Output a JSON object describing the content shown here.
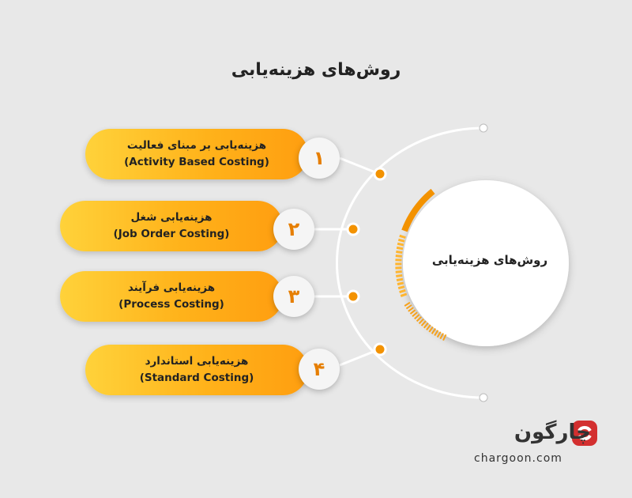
{
  "title": "روش‌های هزینه‌یابی",
  "center_label": "روش‌های هزینه‌یابی",
  "items": [
    {
      "number": "۱",
      "fa": "هزینه‌یابی بر مبنای فعالیت",
      "en": "(Activity Based Costing)"
    },
    {
      "number": "۲",
      "fa": "هزینه‌یابی شغل",
      "en": "(Job Order Costing)"
    },
    {
      "number": "۳",
      "fa": "هزینه‌یابی فرآیند",
      "en": "(Process Costing)"
    },
    {
      "number": "۴",
      "fa": "هزینه‌یابی استاندارد",
      "en": "(Standard Costing)"
    }
  ],
  "brand": {
    "name": "چارگون",
    "url": "chargoon.com"
  },
  "colors": {
    "accent": "#f39200",
    "pill_start": "#ffd23a",
    "pill_end": "#ff9e10",
    "brand": "#d32f2f"
  }
}
